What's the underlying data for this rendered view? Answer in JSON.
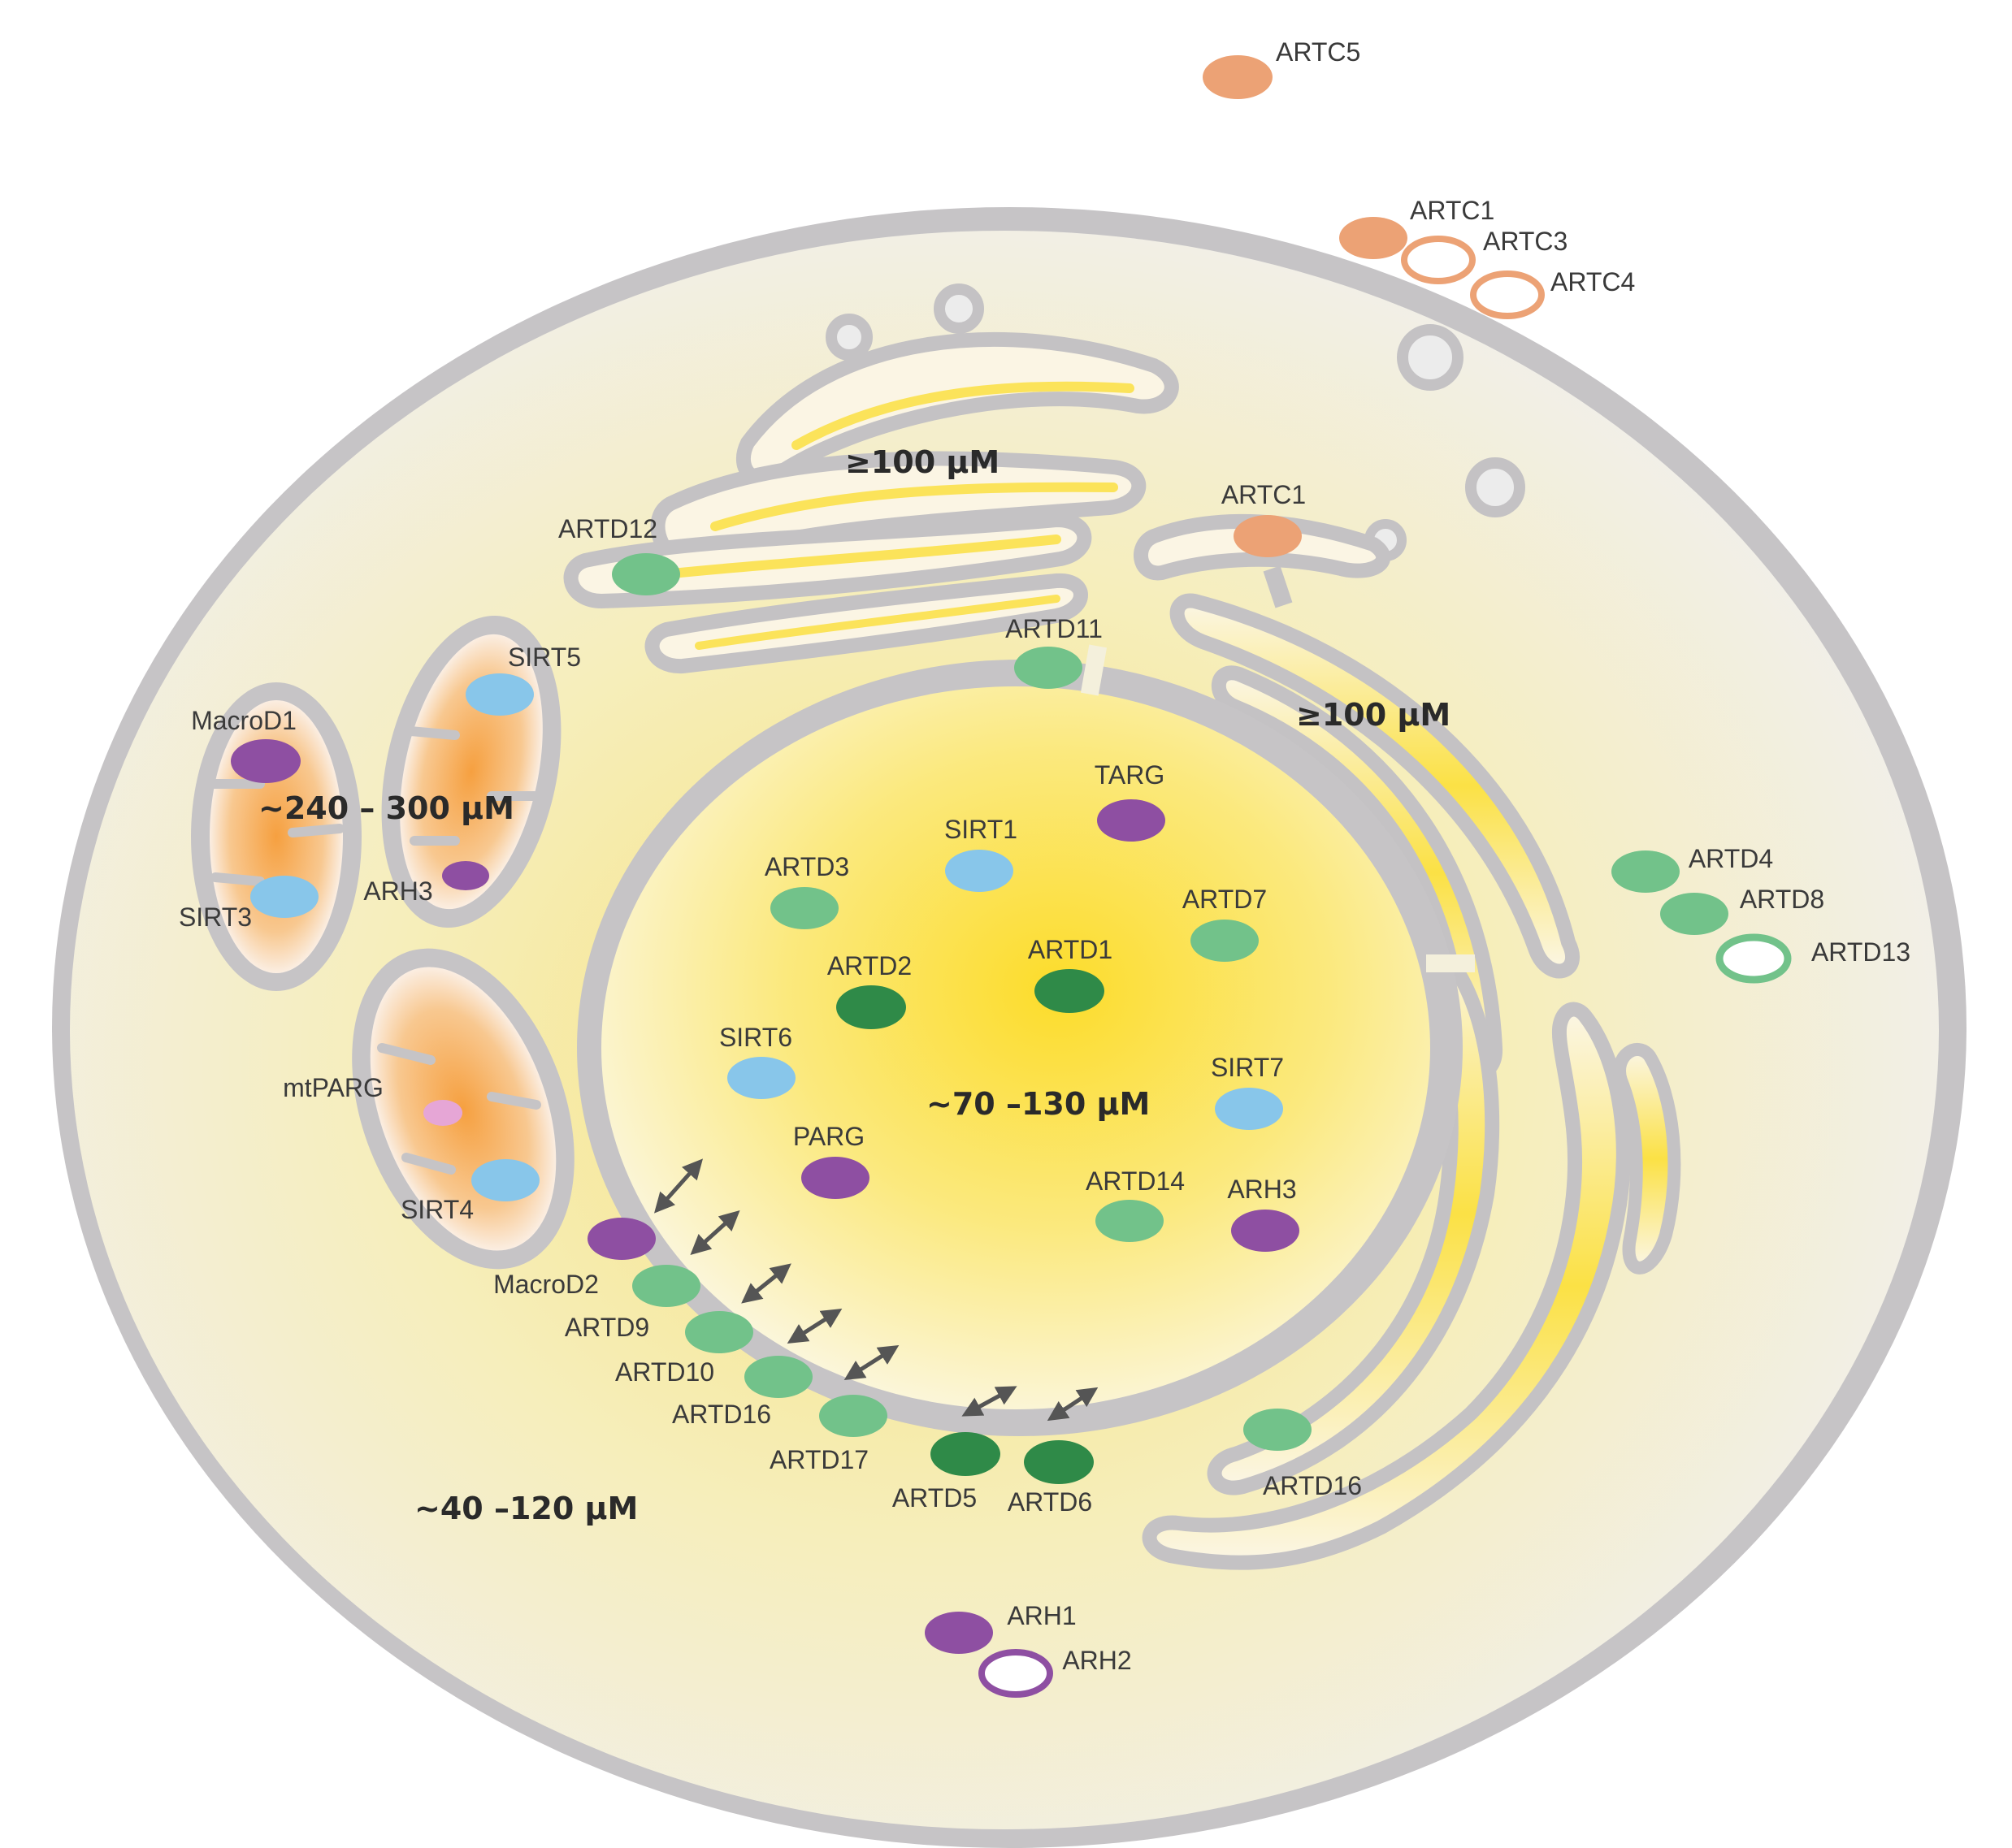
{
  "colors": {
    "membrane": "#c4c2c4",
    "cytoplasm_center": "#f7e58a",
    "cytoplasm_edge": "#f2f0ec",
    "nucleus_center": "#fbe03a",
    "er_yellow": "#fbe35a",
    "mito_orange": "#f5a040",
    "artc": "#eca275",
    "artd_light": "#72c28a",
    "artd_dark": "#2f8a48",
    "sirt": "#88c6ea",
    "hydrolase": "#8e4fa2",
    "mtparg": "#e6a6d6",
    "arrow": "#555555"
  },
  "concentrations": {
    "golgi": "≥100 µM",
    "er": "≥100 µM",
    "mitochondria": "~240 – 300 µM",
    "nucleus": "~70 –130 µM",
    "cytoplasm": "~40 –120 µM"
  },
  "enzymes": {
    "artc5": {
      "label": "ARTC5",
      "icon": "artc-filled-oval"
    },
    "artc1_pm": {
      "label": "ARTC1",
      "icon": "artc-filled-oval"
    },
    "artc3": {
      "label": "ARTC3",
      "icon": "artc-outline-oval"
    },
    "artc4": {
      "label": "ARTC4",
      "icon": "artc-outline-oval"
    },
    "artc1_er": {
      "label": "ARTC1",
      "icon": "artc-filled-oval"
    },
    "artd12": {
      "label": "ARTD12",
      "icon": "artd-light-oval"
    },
    "artd11": {
      "label": "ARTD11",
      "icon": "artd-light-oval"
    },
    "sirt5": {
      "label": "SIRT5",
      "icon": "sirt-oval"
    },
    "macrod1": {
      "label": "MacroD1",
      "icon": "hydrolase-oval"
    },
    "sirt3": {
      "label": "SIRT3",
      "icon": "sirt-oval"
    },
    "arh3_mito": {
      "label": "ARH3",
      "icon": "hydrolase-oval"
    },
    "mtparg": {
      "label": "mtPARG",
      "icon": "mtparg-oval"
    },
    "sirt4": {
      "label": "SIRT4",
      "icon": "sirt-oval"
    },
    "targ": {
      "label": "TARG",
      "icon": "hydrolase-oval"
    },
    "sirt1": {
      "label": "SIRT1",
      "icon": "sirt-oval"
    },
    "artd3": {
      "label": "ARTD3",
      "icon": "artd-light-oval"
    },
    "artd7": {
      "label": "ARTD7",
      "icon": "artd-light-oval"
    },
    "artd2": {
      "label": "ARTD2",
      "icon": "artd-dark-oval"
    },
    "artd1": {
      "label": "ARTD1",
      "icon": "artd-dark-oval"
    },
    "sirt6": {
      "label": "SIRT6",
      "icon": "sirt-oval"
    },
    "sirt7": {
      "label": "SIRT7",
      "icon": "sirt-oval"
    },
    "parg": {
      "label": "PARG",
      "icon": "hydrolase-oval"
    },
    "artd14": {
      "label": "ARTD14",
      "icon": "artd-light-oval"
    },
    "arh3_nuc": {
      "label": "ARH3",
      "icon": "hydrolase-oval"
    },
    "macrod2": {
      "label": "MacroD2",
      "icon": "hydrolase-oval"
    },
    "artd9": {
      "label": "ARTD9",
      "icon": "artd-light-oval"
    },
    "artd10": {
      "label": "ARTD10",
      "icon": "artd-light-oval"
    },
    "artd16_cyto": {
      "label": "ARTD16",
      "icon": "artd-light-oval"
    },
    "artd17": {
      "label": "ARTD17",
      "icon": "artd-light-oval"
    },
    "artd5": {
      "label": "ARTD5",
      "icon": "artd-dark-oval"
    },
    "artd6": {
      "label": "ARTD6",
      "icon": "artd-dark-oval"
    },
    "artd16_er": {
      "label": "ARTD16",
      "icon": "artd-light-oval"
    },
    "artd4": {
      "label": "ARTD4",
      "icon": "artd-light-oval"
    },
    "artd8": {
      "label": "ARTD8",
      "icon": "artd-light-oval"
    },
    "artd13": {
      "label": "ARTD13",
      "icon": "artd-outline-oval"
    },
    "arh1": {
      "label": "ARH1",
      "icon": "hydrolase-oval"
    },
    "arh2": {
      "label": "ARH2",
      "icon": "hydrolase-outline-oval"
    }
  }
}
